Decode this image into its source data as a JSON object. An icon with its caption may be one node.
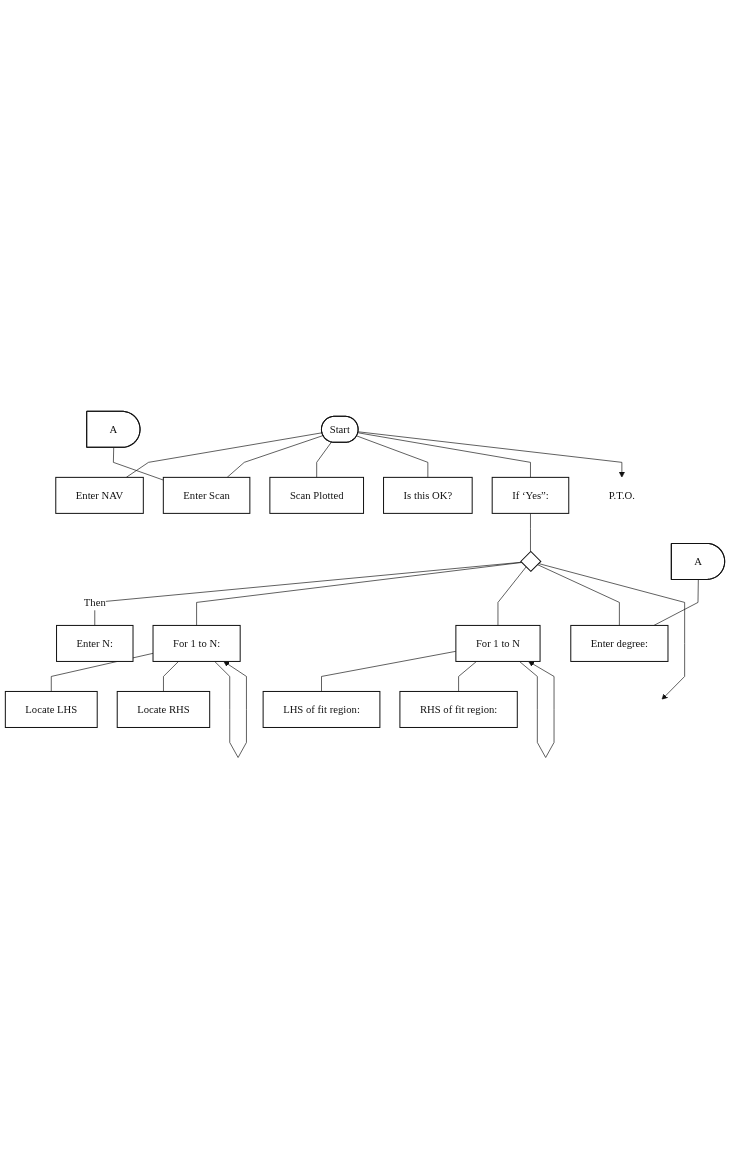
{
  "diagram": {
    "nodes": [
      {
        "text": [
          "Start"
        ]
      },
      {
        "text": [
          "Enter NAV"
        ]
      },
      {
        "text": [
          "A"
        ]
      },
      {
        "text": [
          "Enter Scan"
        ]
      },
      {
        "text": [
          "Scan Plotted"
        ]
      },
      {
        "text": [
          "Is this OK?"
        ]
      },
      {
        "text": [
          "If ‘Yes”:"
        ]
      },
      {
        "text": [],
        "shape": "diamond"
      },
      {
        "text": [
          "Enter N:"
        ]
      },
      {
        "text": [
          "For 1 to N:"
        ]
      },
      {
        "text": [
          "Locate LHS"
        ]
      },
      {
        "text": [
          "Locate RHS"
        ]
      },
      {
        "text": [
          "For 1 to N"
        ]
      },
      {
        "text": [
          "LHS of fit region:"
        ]
      },
      {
        "text": [
          "RHS of fit region:"
        ]
      },
      {
        "text": [
          "A"
        ]
      },
      {
        "text": [
          "Enter degree:"
        ]
      },
      {
        "text": [
          "P.T.O."
        ]
      }
    ],
    "edges": [
      {
        "from": 0,
        "to": 1,
        "arrow": "none"
      },
      {
        "from": 2,
        "to": 3,
        "arrow": "none"
      },
      {
        "from": 0,
        "to": 3,
        "arrow": "none"
      },
      {
        "from": 0,
        "to": 4,
        "arrow": "none"
      },
      {
        "from": 0,
        "to": 5,
        "arrow": "none"
      },
      {
        "from": 0,
        "to": 6,
        "arrow": "none"
      },
      {
        "from": 6,
        "to": 7,
        "arrow": "none"
      },
      {
        "from": 7,
        "to": 8,
        "label": "Then",
        "arrow": "none"
      },
      {
        "from": 7,
        "to": 9,
        "arrow": "none"
      },
      {
        "from": 9,
        "to": 10,
        "arrow": "none"
      },
      {
        "from": 9,
        "to": 11,
        "arrow": "none"
      },
      {
        "from": 9,
        "to": 9,
        "arrow": "to"
      },
      {
        "from": 7,
        "to": 12,
        "arrow": "none"
      },
      {
        "from": 12,
        "to": 13,
        "arrow": "none"
      },
      {
        "from": 12,
        "to": 14,
        "arrow": "none"
      },
      {
        "from": 12,
        "to": 12,
        "arrow": "to"
      },
      {
        "from": 15,
        "to": 16,
        "arrow": "none"
      },
      {
        "from": 7,
        "to": 16,
        "arrow": "none"
      },
      {
        "from": 0,
        "to": 17,
        "arrow": "to"
      },
      {
        "from": 7,
        "to": null,
        "arrow": "to"
      }
    ]
  }
}
